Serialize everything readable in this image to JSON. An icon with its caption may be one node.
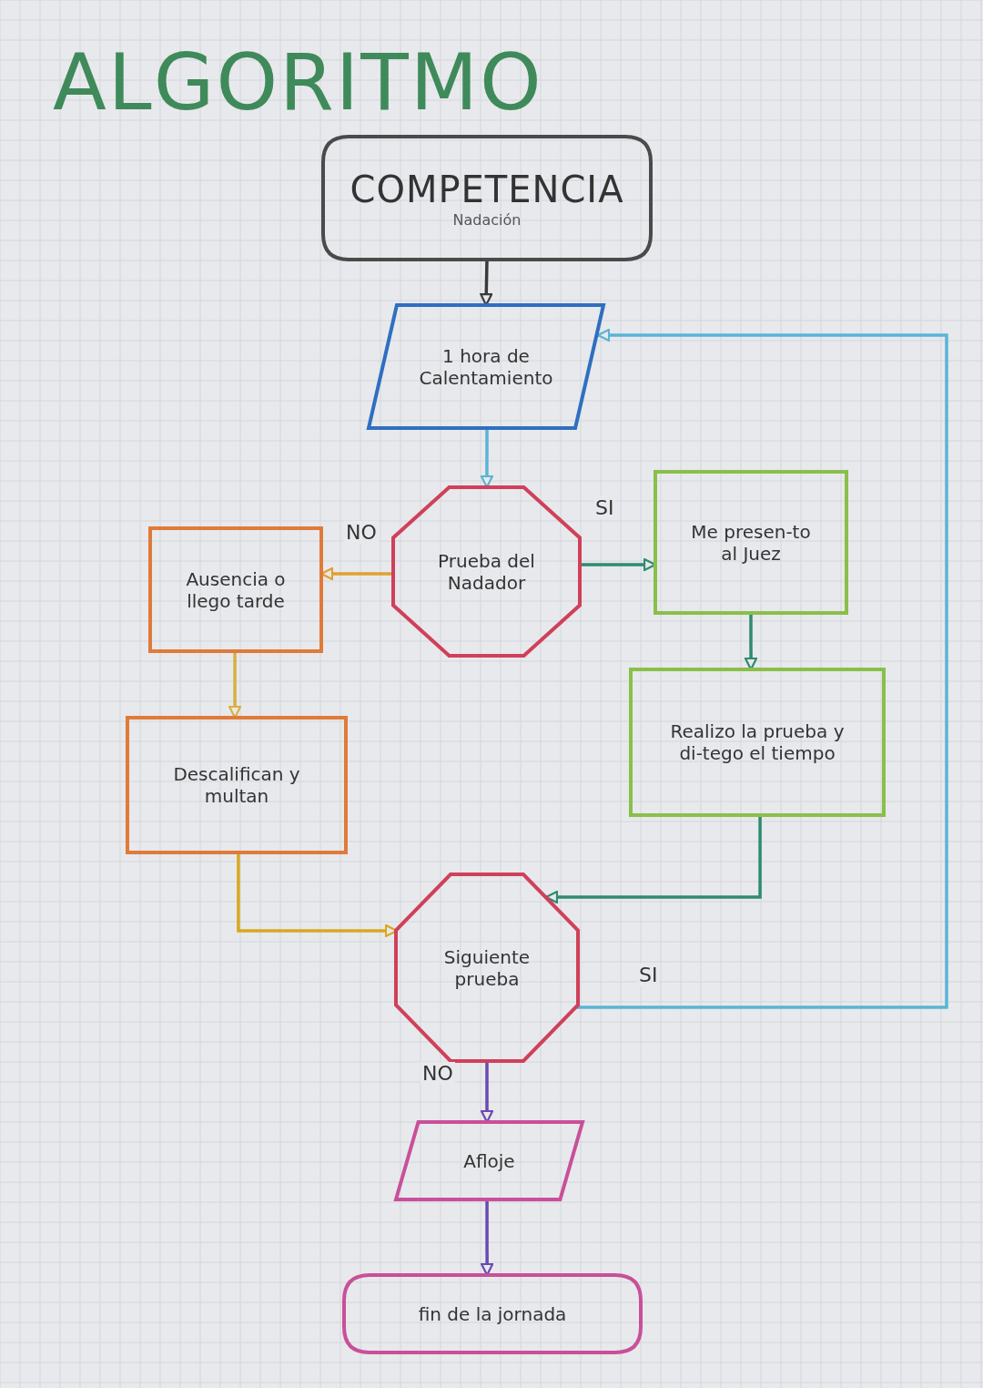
{
  "diagram": {
    "title": "ALGORITMO",
    "nodes": [
      {
        "text": [
          "COMPETENCIA",
          "Nadación"
        ]
      },
      {
        "text": [
          "1 hora de Calentamiento"
        ]
      },
      {
        "text": [
          "Prueba del Nadador"
        ]
      },
      {
        "text": [
          "Me presen-to al Juez"
        ]
      },
      {
        "text": [
          "Realizo la prueba y di-tego el tiempo"
        ]
      },
      {
        "text": [
          "Ausencia o llego tarde"
        ]
      },
      {
        "text": [
          "Descalifican y multan"
        ]
      },
      {
        "text": [
          "Siguiente prueba"
        ]
      },
      {
        "text": [
          "Afloje"
        ]
      },
      {
        "text": [
          "fin de la jornada"
        ]
      }
    ],
    "edges": [
      {
        "from": 0,
        "to": 1,
        "arrow": "to",
        "color": "#3a3a3a"
      },
      {
        "from": 1,
        "to": 2,
        "arrow": "to",
        "color": "#5ab4d6"
      },
      {
        "from": 2,
        "to": 3,
        "arrow": "to",
        "label": "SI",
        "color": "#2e8b6e"
      },
      {
        "from": 2,
        "to": 5,
        "arrow": "to",
        "label": "NO",
        "color": "#e0a030"
      },
      {
        "from": 3,
        "to": 4,
        "arrow": "to",
        "color": "#2e8b6e"
      },
      {
        "from": 5,
        "to": 6,
        "arrow": "to",
        "color": "#d8b040"
      },
      {
        "from": 6,
        "to": 7,
        "arrow": "to",
        "color": "#d8a820"
      },
      {
        "from": 4,
        "to": 7,
        "arrow": "to",
        "color": "#2e8b6e"
      },
      {
        "from": 7,
        "to": 1,
        "arrow": "to",
        "label": "SI",
        "color": "#5ab4d6"
      },
      {
        "from": 7,
        "to": 8,
        "arrow": "to",
        "label": "NO",
        "color": "#6a4ab0"
      },
      {
        "from": 8,
        "to": 9,
        "arrow": "to",
        "color": "#6a4ab0"
      }
    ]
  }
}
